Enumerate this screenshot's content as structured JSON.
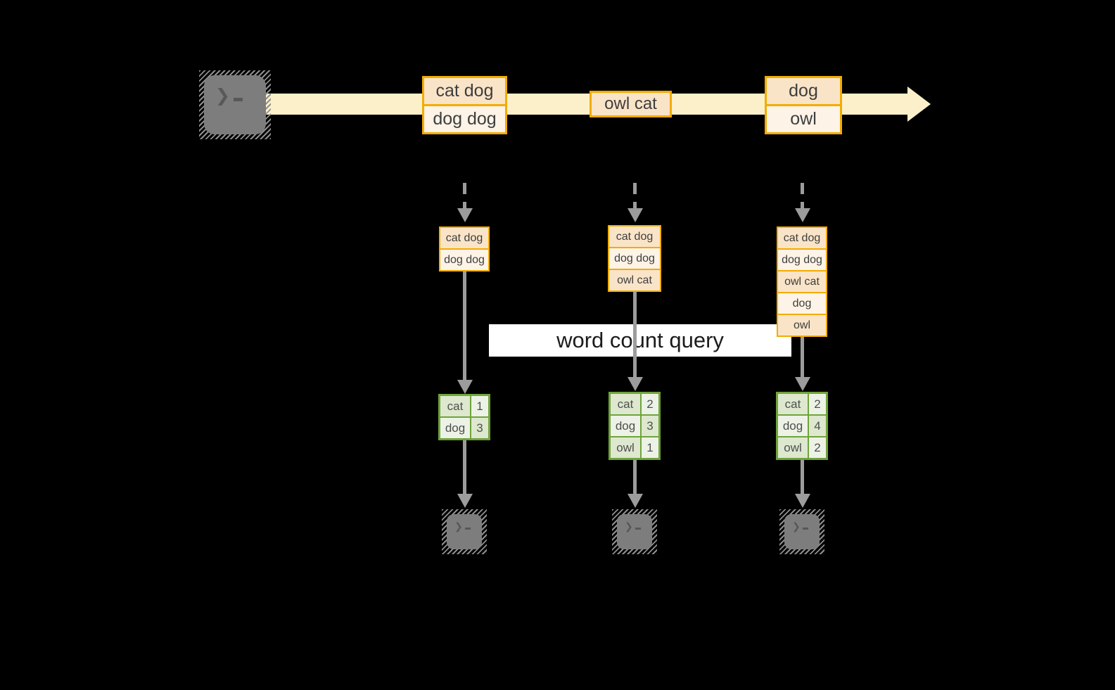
{
  "colors": {
    "bg": "#000000",
    "band": "#FCF0CA",
    "gold": "#F2AC00",
    "peach": "#FAE4C8",
    "cream": "#FDF3E6",
    "green": "#6FA43C",
    "cellDark": "#DDE8CE",
    "cellLight": "#EDF2E6",
    "arrow": "#9C9C9C",
    "termGray": "#7D7D7D",
    "termGlyph": "#585858",
    "banner": "#FFFFFF",
    "inkBox": "#3E3E3E",
    "inkTable": "#4F4F4F",
    "inkBanner": "#1C1C1C"
  },
  "icons": {
    "terminal_prompt_chevron": "❯"
  },
  "stream": {
    "batches": [
      {
        "rows": [
          "cat dog",
          "dog dog"
        ]
      },
      {
        "rows": [
          "owl cat"
        ]
      },
      {
        "rows": [
          "dog",
          "owl"
        ]
      }
    ]
  },
  "query_banner": {
    "label": "word count query"
  },
  "workers": [
    {
      "input_rows": [
        "cat dog",
        "dog dog"
      ],
      "counts": [
        {
          "word": "cat",
          "count": 1
        },
        {
          "word": "dog",
          "count": 3
        }
      ]
    },
    {
      "input_rows": [
        "cat dog",
        "dog dog",
        "owl cat"
      ],
      "counts": [
        {
          "word": "cat",
          "count": 2
        },
        {
          "word": "dog",
          "count": 3
        },
        {
          "word": "owl",
          "count": 1
        }
      ]
    },
    {
      "input_rows": [
        "cat dog",
        "dog dog",
        "owl cat",
        "dog",
        "owl"
      ],
      "counts": [
        {
          "word": "cat",
          "count": 2
        },
        {
          "word": "dog",
          "count": 4
        },
        {
          "word": "owl",
          "count": 2
        }
      ]
    }
  ]
}
